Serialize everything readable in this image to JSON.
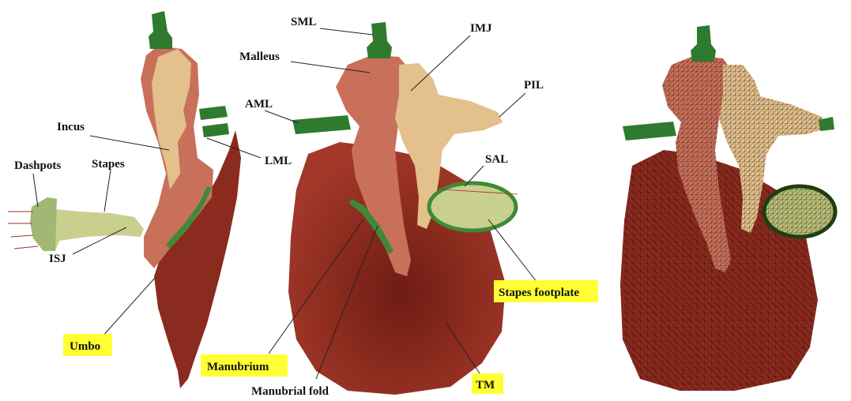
{
  "labels": {
    "sml": "SML",
    "imj": "IMJ",
    "malleus": "Malleus",
    "pil": "PIL",
    "aml": "AML",
    "incus": "Incus",
    "lml": "LML",
    "sal": "SAL",
    "dashpots": "Dashpots",
    "stapes": "Stapes",
    "isj": "ISJ",
    "umbo": "Umbo",
    "manubrium": "Manubrium",
    "manubrial_fold": "Manubrial fold",
    "tm": "TM",
    "stapes_footplate": "Stapes footplate"
  },
  "colors": {
    "tympanic_membrane": "#8b2a1e",
    "malleus": "#c8705a",
    "incus": "#e3c08c",
    "stapes": "#c9cf8e",
    "ligament": "#2f7a2f",
    "manubrial_fold": "#3f8a35",
    "highlight": "#ffff33",
    "mesh_edge": "#1a0b08"
  }
}
